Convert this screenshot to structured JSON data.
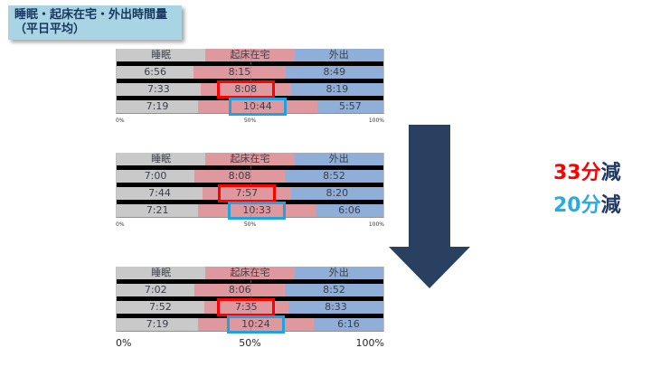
{
  "title": {
    "line1": "睡眠・起床在宅・外出時間量",
    "line2": "（平日平均）"
  },
  "axis_ticks": [
    "0%",
    "50%",
    "100%"
  ],
  "annotations": [
    {
      "value": "33分",
      "suffix": "減",
      "color": "#FF0000"
    },
    {
      "value": "20分",
      "suffix": "減",
      "color": "#29ABE2"
    }
  ],
  "colors": {
    "sleep_bar": "#C9C9C9",
    "home_bar": "#DE989E",
    "out_bar": "#8FAFD9",
    "title_bg": "#A8D4E4",
    "title_text": "#17375E",
    "arrow": "#2A4061",
    "red_highlight": "#FF0000",
    "blue_highlight": "#1FA3E0",
    "row_separator": "#000000"
  },
  "chart_data": [
    {
      "type": "bar",
      "orientation": "horizontal",
      "stacked": true,
      "categories": [
        "睡眠",
        "起床在宅",
        "外出"
      ],
      "unit": "h:mm of 24h day, bar widths proportional to duration",
      "xlim": [
        "0%",
        "100%"
      ],
      "gridline": "50% dashed",
      "rows": [
        {
          "values": [
            "6:56",
            "8:15",
            "8:49"
          ],
          "highlight": null
        },
        {
          "values": [
            "7:33",
            "8:08",
            "8:19"
          ],
          "highlight": "red"
        },
        {
          "values": [
            "7:19",
            "10:44",
            "5:57"
          ],
          "highlight": "blue"
        }
      ]
    },
    {
      "type": "bar",
      "orientation": "horizontal",
      "stacked": true,
      "categories": [
        "睡眠",
        "起床在宅",
        "外出"
      ],
      "unit": "h:mm of 24h day, bar widths proportional to duration",
      "xlim": [
        "0%",
        "100%"
      ],
      "gridline": "50% dashed",
      "rows": [
        {
          "values": [
            "7:00",
            "8:08",
            "8:52"
          ],
          "highlight": null
        },
        {
          "values": [
            "7:44",
            "7:57",
            "8:20"
          ],
          "highlight": "red"
        },
        {
          "values": [
            "7:21",
            "10:33",
            "6:06"
          ],
          "highlight": "blue"
        }
      ]
    },
    {
      "type": "bar",
      "orientation": "horizontal",
      "stacked": true,
      "categories": [
        "睡眠",
        "起床在宅",
        "外出"
      ],
      "unit": "h:mm of 24h day, bar widths proportional to duration",
      "xlim": [
        "0%",
        "100%"
      ],
      "gridline": "50% dashed",
      "rows": [
        {
          "values": [
            "7:02",
            "8:06",
            "8:52"
          ],
          "highlight": null
        },
        {
          "values": [
            "7:52",
            "7:35",
            "8:33"
          ],
          "highlight": "red"
        },
        {
          "values": [
            "7:19",
            "10:24",
            "6:16"
          ],
          "highlight": "blue"
        }
      ]
    }
  ]
}
